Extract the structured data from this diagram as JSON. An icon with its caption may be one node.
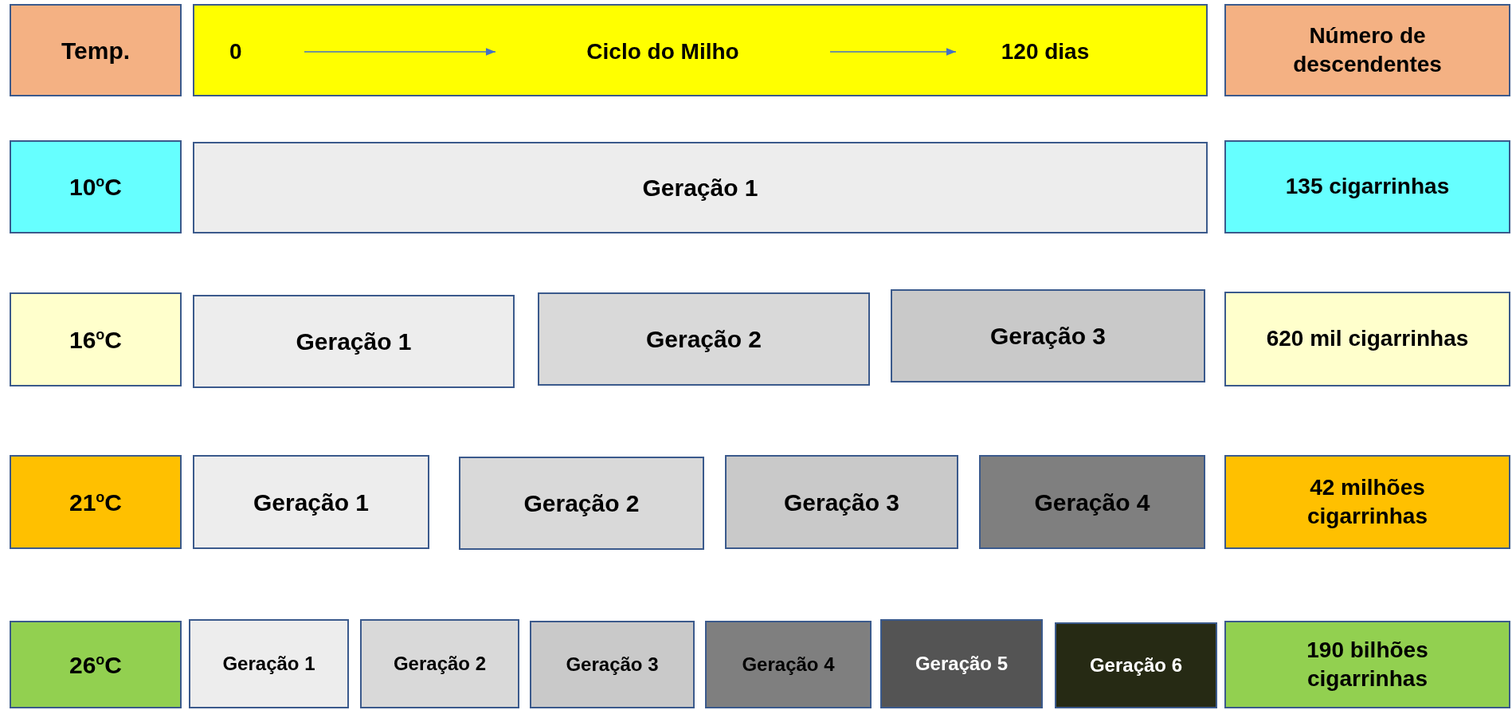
{
  "diagram": {
    "nodes": [
      {
        "text": [
          "Temp."
        ]
      },
      {
        "text": [],
        "shape": "box"
      },
      {
        "text": [
          "0"
        ],
        "in": 1
      },
      {
        "text": [
          "Ciclo do Milho"
        ],
        "in": 1
      },
      {
        "text": [
          "120 dias"
        ],
        "in": 1
      },
      {
        "text": [
          "Número de descendentes"
        ]
      },
      {
        "text": [
          "10$^{o}$C"
        ]
      },
      {
        "text": [
          "Geração 1"
        ]
      },
      {
        "text": [
          "135 cigarrinhas"
        ]
      },
      {
        "text": [
          "16$^{o}$C"
        ]
      },
      {
        "text": [
          "Geração 1"
        ]
      },
      {
        "text": [
          "Geração 2"
        ]
      },
      {
        "text": [
          "Geração 3"
        ]
      },
      {
        "text": [
          "620 mil cigarrinhas"
        ]
      },
      {
        "text": [
          "21$^{o}$C"
        ]
      },
      {
        "text": [
          "Geração 1"
        ]
      },
      {
        "text": [
          "Geração 2"
        ]
      },
      {
        "text": [
          "Geração 3"
        ]
      },
      {
        "text": [
          "Geração 4"
        ]
      },
      {
        "text": [
          "42 milhões cigarrinhas"
        ]
      },
      {
        "text": [
          "26$^{o}$C"
        ]
      },
      {
        "text": [
          "Geração 1"
        ]
      },
      {
        "text": [
          "Geração 2"
        ]
      },
      {
        "text": [
          "Geração 3"
        ]
      },
      {
        "text": [
          "Geração 4"
        ]
      },
      {
        "text": [
          "Geração 5"
        ]
      },
      {
        "text": [
          "Geração 6"
        ]
      },
      {
        "text": [
          "190 bilhões cigarrinhas"
        ]
      }
    ],
    "edges": [
      {
        "from": 2,
        "to": 3,
        "arrow": "to"
      },
      {
        "from": 3,
        "to": 4,
        "arrow": "to"
      }
    ]
  }
}
